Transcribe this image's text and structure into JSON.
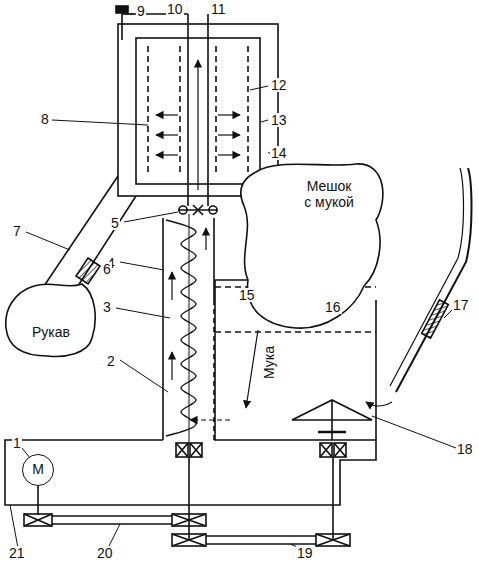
{
  "diagram": {
    "nodes": [
      {
        "text": [
          "Мешок с мукой"
        ]
      },
      {
        "text": [
          "Рукав"
        ]
      },
      {
        "text": [
          "M"
        ]
      }
    ],
    "labels": [
      "1",
      "2",
      "3",
      "4",
      "5",
      "6",
      "7",
      "8",
      "9",
      "10",
      "11",
      "12",
      "13",
      "14",
      "15",
      "16",
      "17",
      "18",
      "19",
      "20",
      "21",
      "Мука"
    ]
  }
}
